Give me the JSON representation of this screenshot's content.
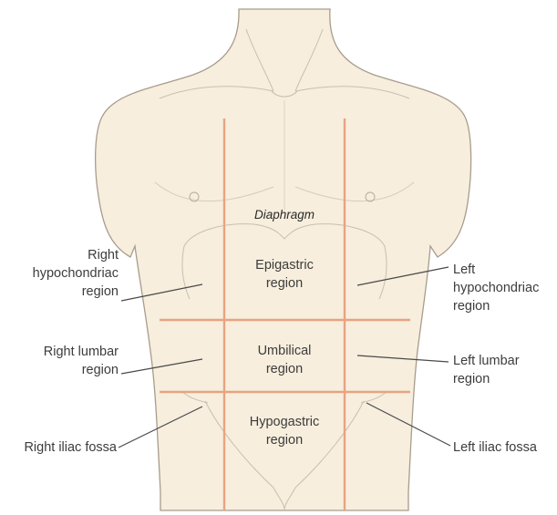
{
  "diagram": {
    "colors": {
      "skin": "#f7eedd",
      "outline": "#a89c8c",
      "grid_lines": "#e8a381",
      "leader_lines": "#4a4a4a",
      "text": "#3c3c3c"
    },
    "center_labels": {
      "diaphragm": "Diaphragm",
      "epigastric": "Epigastric\nregion",
      "umbilical": "Umbilical\nregion",
      "hypogastric": "Hypogastric\nregion"
    },
    "side_labels": {
      "right_hypochondriac": "Right\nhypochondriac\nregion",
      "right_lumbar": "Right lumbar\nregion",
      "right_iliac": "Right iliac fossa",
      "left_hypochondriac": "Left\nhypochondriac\nregion",
      "left_lumbar": "Left lumbar\nregion",
      "left_iliac": "Left iliac fossa"
    }
  }
}
